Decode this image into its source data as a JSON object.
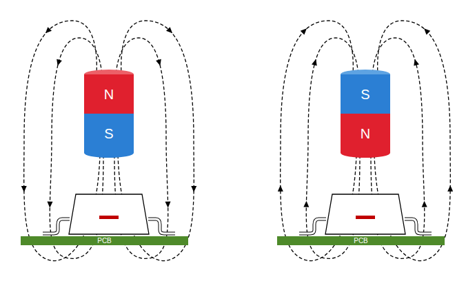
{
  "diagram": {
    "nodes": [
      {
        "text": [
          "N"
        ]
      },
      {
        "text": [
          "S"
        ]
      },
      {
        "text": [
          "PCB"
        ]
      },
      {
        "text": [
          "S"
        ]
      },
      {
        "text": [
          "N"
        ]
      },
      {
        "text": [
          "PCB"
        ]
      }
    ]
  }
}
